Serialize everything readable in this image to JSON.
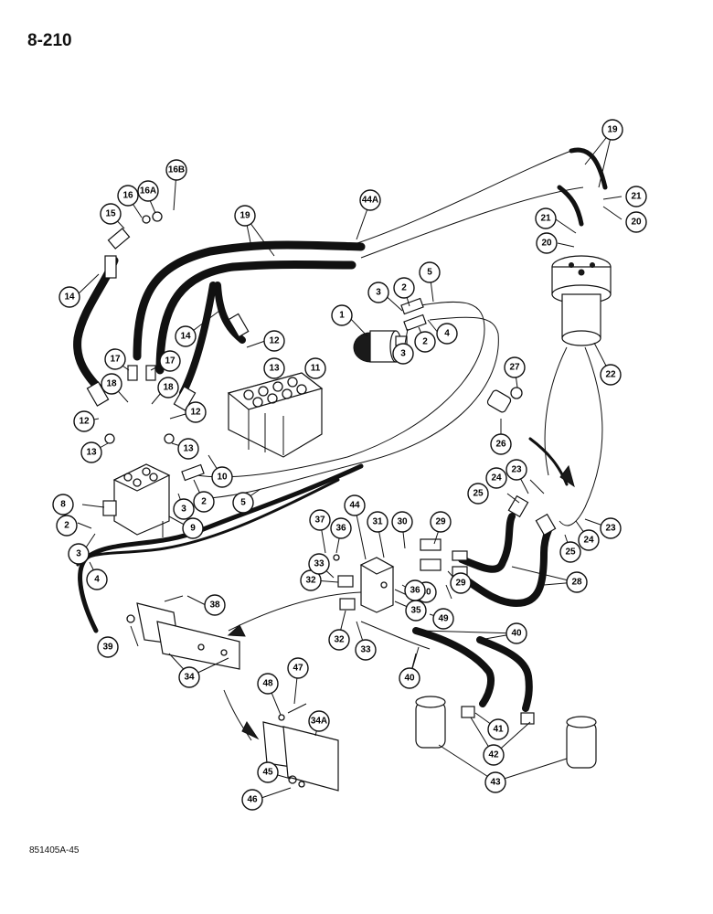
{
  "page": {
    "number": "8-210",
    "figure_code": "851405A-45"
  },
  "callouts": [
    "1",
    "2",
    "2",
    "2",
    "2",
    "3",
    "3",
    "3",
    "3",
    "4",
    "4",
    "5",
    "5",
    "8",
    "9",
    "10",
    "11",
    "12",
    "12",
    "12",
    "13",
    "13",
    "13",
    "14",
    "14",
    "15",
    "16",
    "16A",
    "16B",
    "17",
    "17",
    "18",
    "18",
    "19",
    "19",
    "20",
    "20",
    "21",
    "21",
    "22",
    "23",
    "23",
    "24",
    "24",
    "25",
    "25",
    "26",
    "27",
    "28",
    "29",
    "29",
    "30",
    "30",
    "31",
    "32",
    "32",
    "33",
    "33",
    "34",
    "34A",
    "35",
    "36",
    "36",
    "37",
    "38",
    "39",
    "40",
    "40",
    "41",
    "42",
    "43",
    "44",
    "44A",
    "45",
    "46",
    "47",
    "48",
    "49"
  ]
}
